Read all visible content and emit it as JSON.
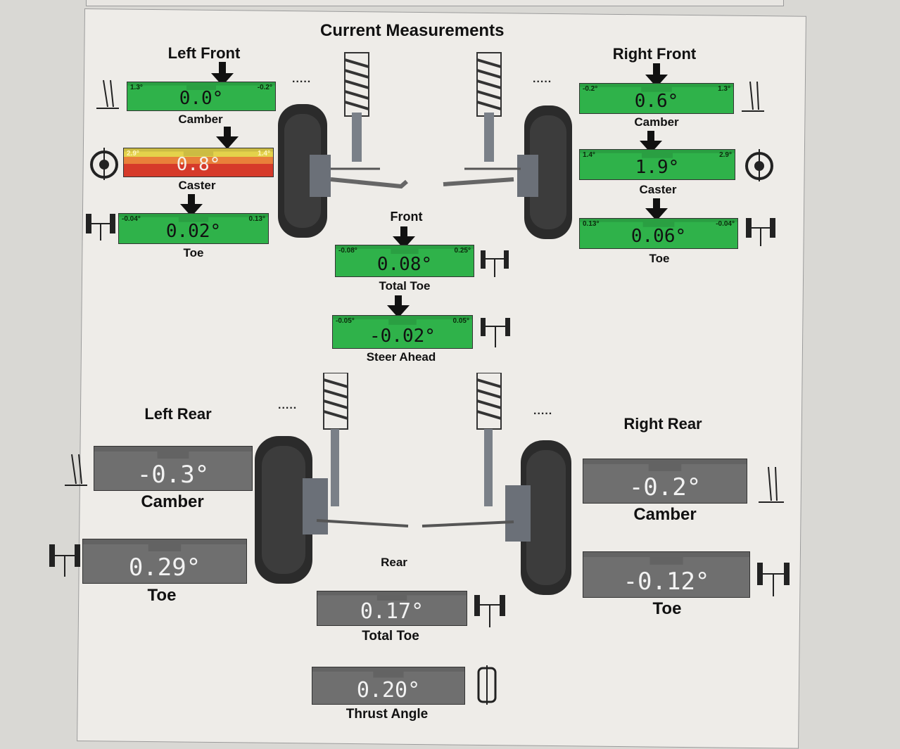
{
  "page_title": "Current Measurements",
  "sections": {
    "left_front": "Left Front",
    "right_front": "Right Front",
    "left_rear": "Left Rear",
    "right_rear": "Right Rear",
    "front": "Front",
    "rear": "Rear"
  },
  "separator": ".....",
  "front": {
    "left": {
      "camber": {
        "label": "Camber",
        "value": "0.0°",
        "min": "1.3°",
        "max": "-0.2°",
        "status": "green"
      },
      "caster": {
        "label": "Caster",
        "value": "0.8°",
        "min": "2.9°",
        "max": "1.4°",
        "status": "red"
      },
      "toe": {
        "label": "Toe",
        "value": "0.02°",
        "min": "-0.04°",
        "max": "0.13°",
        "status": "green"
      }
    },
    "right": {
      "camber": {
        "label": "Camber",
        "value": "0.6°",
        "min": "-0.2°",
        "max": "1.3°",
        "status": "green"
      },
      "caster": {
        "label": "Caster",
        "value": "1.9°",
        "min": "1.4°",
        "max": "2.9°",
        "status": "green"
      },
      "toe": {
        "label": "Toe",
        "value": "0.06°",
        "min": "0.13°",
        "max": "-0.04°",
        "status": "green"
      }
    },
    "total_toe": {
      "label": "Total Toe",
      "value": "0.08°",
      "min": "-0.08°",
      "max": "0.25°",
      "status": "green"
    },
    "steer_ahead": {
      "label": "Steer Ahead",
      "value": "-0.02°",
      "min": "-0.05°",
      "max": "0.05°",
      "status": "green"
    }
  },
  "rear": {
    "left": {
      "camber": {
        "label": "Camber",
        "value": "-0.3°",
        "status": "gray"
      },
      "toe": {
        "label": "Toe",
        "value": "0.29°",
        "status": "gray"
      }
    },
    "right": {
      "camber": {
        "label": "Camber",
        "value": "-0.2°",
        "status": "gray"
      },
      "toe": {
        "label": "Toe",
        "value": "-0.12°",
        "status": "gray"
      }
    },
    "total_toe": {
      "label": "Total Toe",
      "value": "0.17°",
      "status": "gray"
    },
    "thrust_angle": {
      "label": "Thrust Angle",
      "value": "0.20°",
      "status": "gray"
    }
  },
  "colors": {
    "in_spec": "#2fb24a",
    "out_of_spec": "#d63a2a",
    "no_spec": "#6f6f6f"
  }
}
